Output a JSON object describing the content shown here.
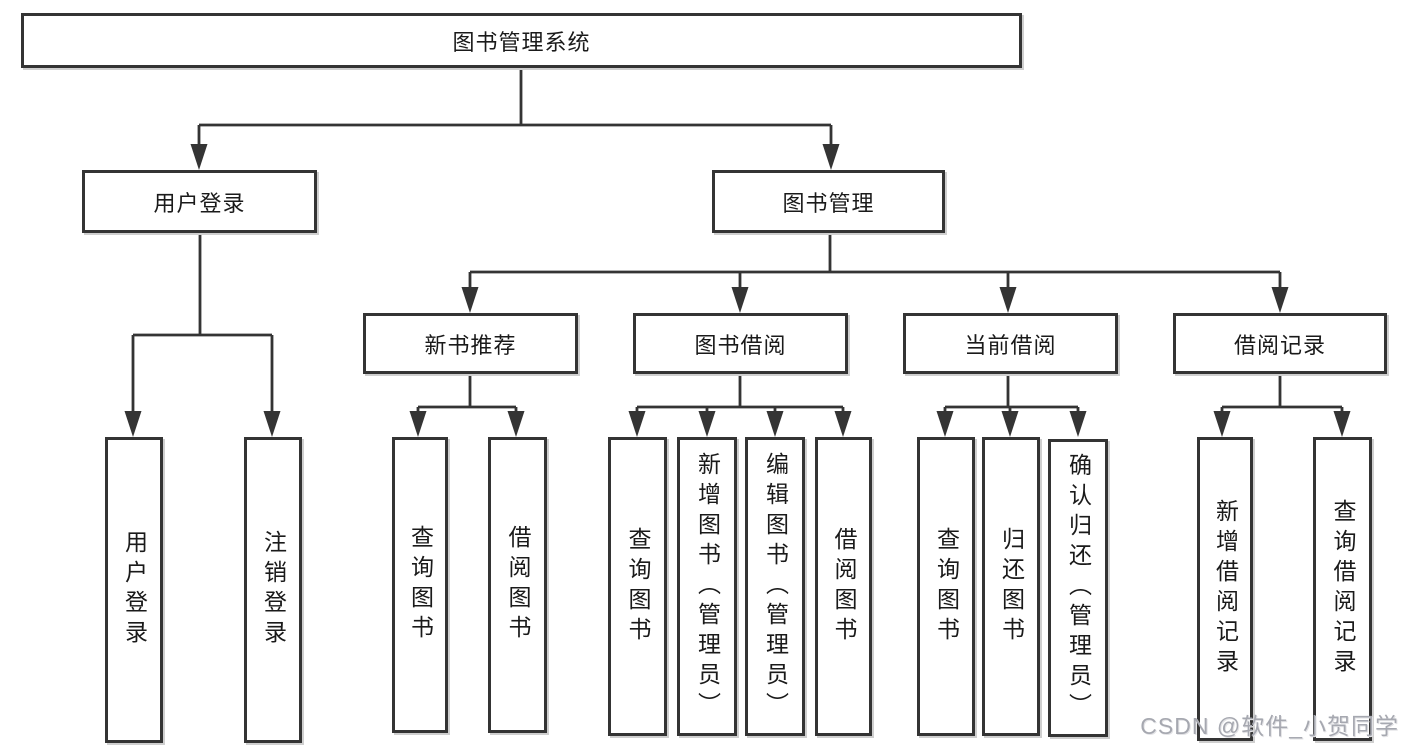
{
  "diagram_title": "图书管理系统",
  "nodes": {
    "root": "图书管理系统",
    "user_login": "用户登录",
    "book_mgmt": "图书管理",
    "leaf_user_login": "用户登录",
    "leaf_logout_login": "注销登录",
    "new_book_rec": "新书推荐",
    "book_borrow": "图书借阅",
    "current_borrow": "当前借阅",
    "borrow_record": "借阅记录",
    "nb_query_book": "查询图书",
    "nb_borrow_book": "借阅图书",
    "bb_query_book": "查询图书",
    "bb_add_book": "新增图书（管理员）",
    "bb_edit_book": "编辑图书（管理员）",
    "bb_borrow_book": "借阅图书",
    "cb_query_book": "查询图书",
    "cb_return_book": "归还图书",
    "cb_confirm_return": "确认归还（管理员）",
    "br_add_record": "新增借阅记录",
    "br_query_record": "查询借阅记录"
  },
  "hierarchy": {
    "图书管理系统": {
      "用户登录": [
        "用户登录",
        "注销登录"
      ],
      "图书管理": {
        "新书推荐": [
          "查询图书",
          "借阅图书"
        ],
        "图书借阅": [
          "查询图书",
          "新增图书（管理员）",
          "编辑图书（管理员）",
          "借阅图书"
        ],
        "当前借阅": [
          "查询图书",
          "归还图书",
          "确认归还（管理员）"
        ],
        "借阅记录": [
          "新增借阅记录",
          "查询借阅记录"
        ]
      }
    }
  },
  "watermark": "CSDN @软件_小贺同学",
  "colors": {
    "line": "#343434",
    "box_border": "#343434",
    "text": "#1a1a1a",
    "background": "#ffffff",
    "watermark": "#a6a8b0"
  }
}
